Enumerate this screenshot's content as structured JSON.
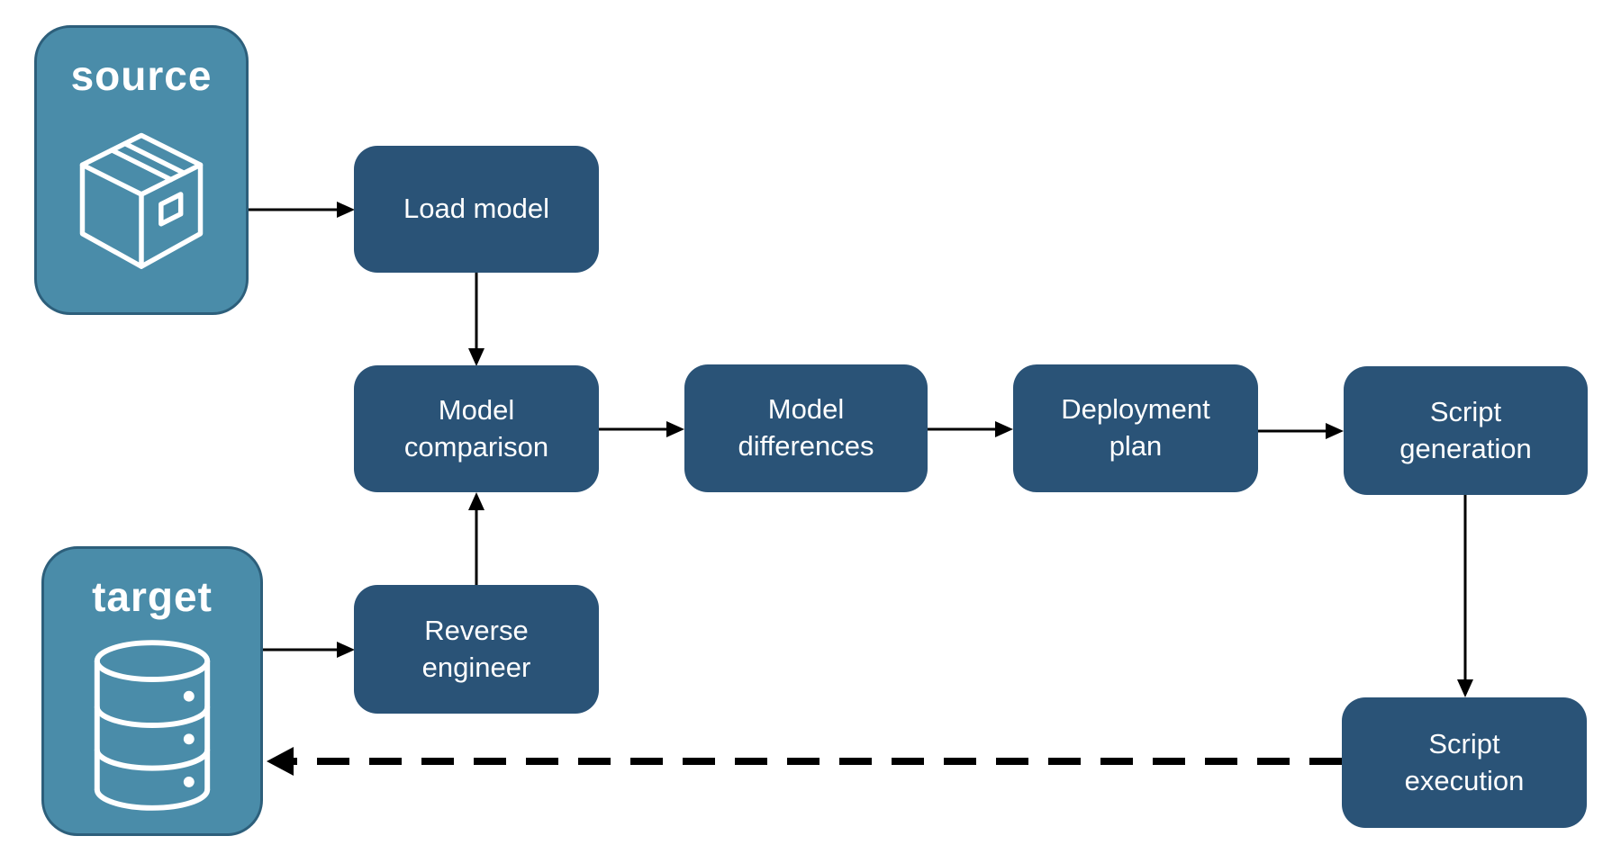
{
  "diagram": {
    "title": "schema deployment pipeline flowchart",
    "colors": {
      "node_fill": "#2A5377",
      "endpoint_fill": "#4A8CA9",
      "endpoint_border": "#2D5F7B",
      "connector": "#000000",
      "node_text": "#FFFFFF",
      "background": "#FFFFFF"
    },
    "endpoints": [
      {
        "id": "source",
        "label": "source",
        "icon": "package-icon"
      },
      {
        "id": "target",
        "label": "target",
        "icon": "database-icon"
      }
    ],
    "nodes": [
      {
        "id": "load-model",
        "label": "Load model"
      },
      {
        "id": "model-comparison",
        "label": "Model comparison"
      },
      {
        "id": "model-differences",
        "label": "Model differences"
      },
      {
        "id": "deployment-plan",
        "label": "Deployment plan"
      },
      {
        "id": "script-generation",
        "label": "Script generation"
      },
      {
        "id": "reverse-engineer",
        "label": "Reverse engineer"
      },
      {
        "id": "script-execution",
        "label": "Script execution"
      }
    ],
    "connectors": [
      {
        "from": "source",
        "to": "load-model",
        "style": "solid"
      },
      {
        "from": "load-model",
        "to": "model-comparison",
        "style": "solid"
      },
      {
        "from": "model-comparison",
        "to": "model-differences",
        "style": "solid"
      },
      {
        "from": "model-differences",
        "to": "deployment-plan",
        "style": "solid"
      },
      {
        "from": "deployment-plan",
        "to": "script-generation",
        "style": "solid"
      },
      {
        "from": "script-generation",
        "to": "script-execution",
        "style": "solid"
      },
      {
        "from": "reverse-engineer",
        "to": "model-comparison",
        "style": "solid"
      },
      {
        "from": "target",
        "to": "reverse-engineer",
        "style": "solid"
      },
      {
        "from": "script-execution",
        "to": "target",
        "style": "dashed"
      }
    ]
  }
}
